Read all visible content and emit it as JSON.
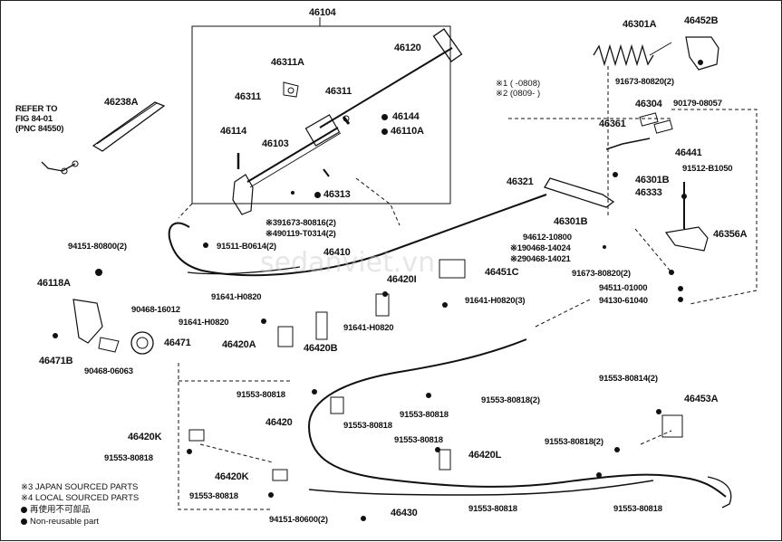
{
  "group_number": "46104",
  "refer_note": {
    "line1": "REFER TO",
    "line2": "FIG 84-01",
    "line3": "(PNC 84550)"
  },
  "date_notes": {
    "n1": "※1 (    -0808)",
    "n2": "※2 (0809-    )"
  },
  "parts": {
    "p46120": "46120",
    "p46311A": "46311A",
    "p46311a": "46311",
    "p46311b": "46311",
    "p46144": "46144",
    "p46110A": "46110A",
    "p46114": "46114",
    "p46103": "46103",
    "p46313": "46313",
    "p46238A": "46238A",
    "p391673": "※391673-80816(2)",
    "p490119": "※490119-T0314(2)",
    "p46410": "46410",
    "p94151_80800": "94151-80800(2)",
    "p91511": "91511-B0614(2)",
    "p46118A": "46118A",
    "p90468_16012": "90468-16012",
    "p91641_h0820a": "91641-H0820",
    "p91641_h0820b": "91641-H0820",
    "p91641_h0820c": "91641-H0820",
    "p91641_h0820_3": "91641-H0820(3)",
    "p46420I": "46420I",
    "p46451C": "46451C",
    "p46420A": "46420A",
    "p46420B": "46420B",
    "p46471": "46471",
    "p46471B": "46471B",
    "p90468_06063": "90468-06063",
    "p46301A": "46301A",
    "p46452B": "46452B",
    "p91673_a": "91673-80820(2)",
    "p46304": "46304",
    "p90179": "90179-08057",
    "p46361": "46361",
    "p46441": "46441",
    "p91512": "91512-B1050",
    "p46301B_a": "46301B",
    "p46333": "46333",
    "p46321": "46321",
    "p46301B_b": "46301B",
    "p46356A": "46356A",
    "p94612": "94612-10800",
    "p190468": "※190468-14024",
    "p290468": "※290468-14021",
    "p91673_b": "91673-80820(2)",
    "p94511": "94511-01000",
    "p94130": "94130-61040",
    "p91553_a": "91553-80818",
    "p91553_b": "91553-80818(2)",
    "p91553_c": "91553-80818",
    "p91553_d": "91553-80818",
    "p46420": "46420",
    "p46420K_a": "46420K",
    "p91553_e": "91553-80818",
    "p91553_f": "91553-80818",
    "p46420L": "46420L",
    "p46420K_b": "46420K",
    "p91553_g": "91553-80818",
    "p46430": "46430",
    "p94151_80600": "94151-80600(2)",
    "p91553_h": "91553-80818",
    "p91553_814": "91553-80814(2)",
    "p46453A": "46453A",
    "p91553_i": "91553-80818(2)",
    "p91553_j": "91553-80818"
  },
  "legend": {
    "l1": "※3 JAPAN SOURCED PARTS",
    "l2": "※4 LOCAL SOURCED PARTS",
    "l3": "再使用不可部品",
    "l4": "Non-reusable part"
  },
  "watermark": "sedanviet.vn"
}
